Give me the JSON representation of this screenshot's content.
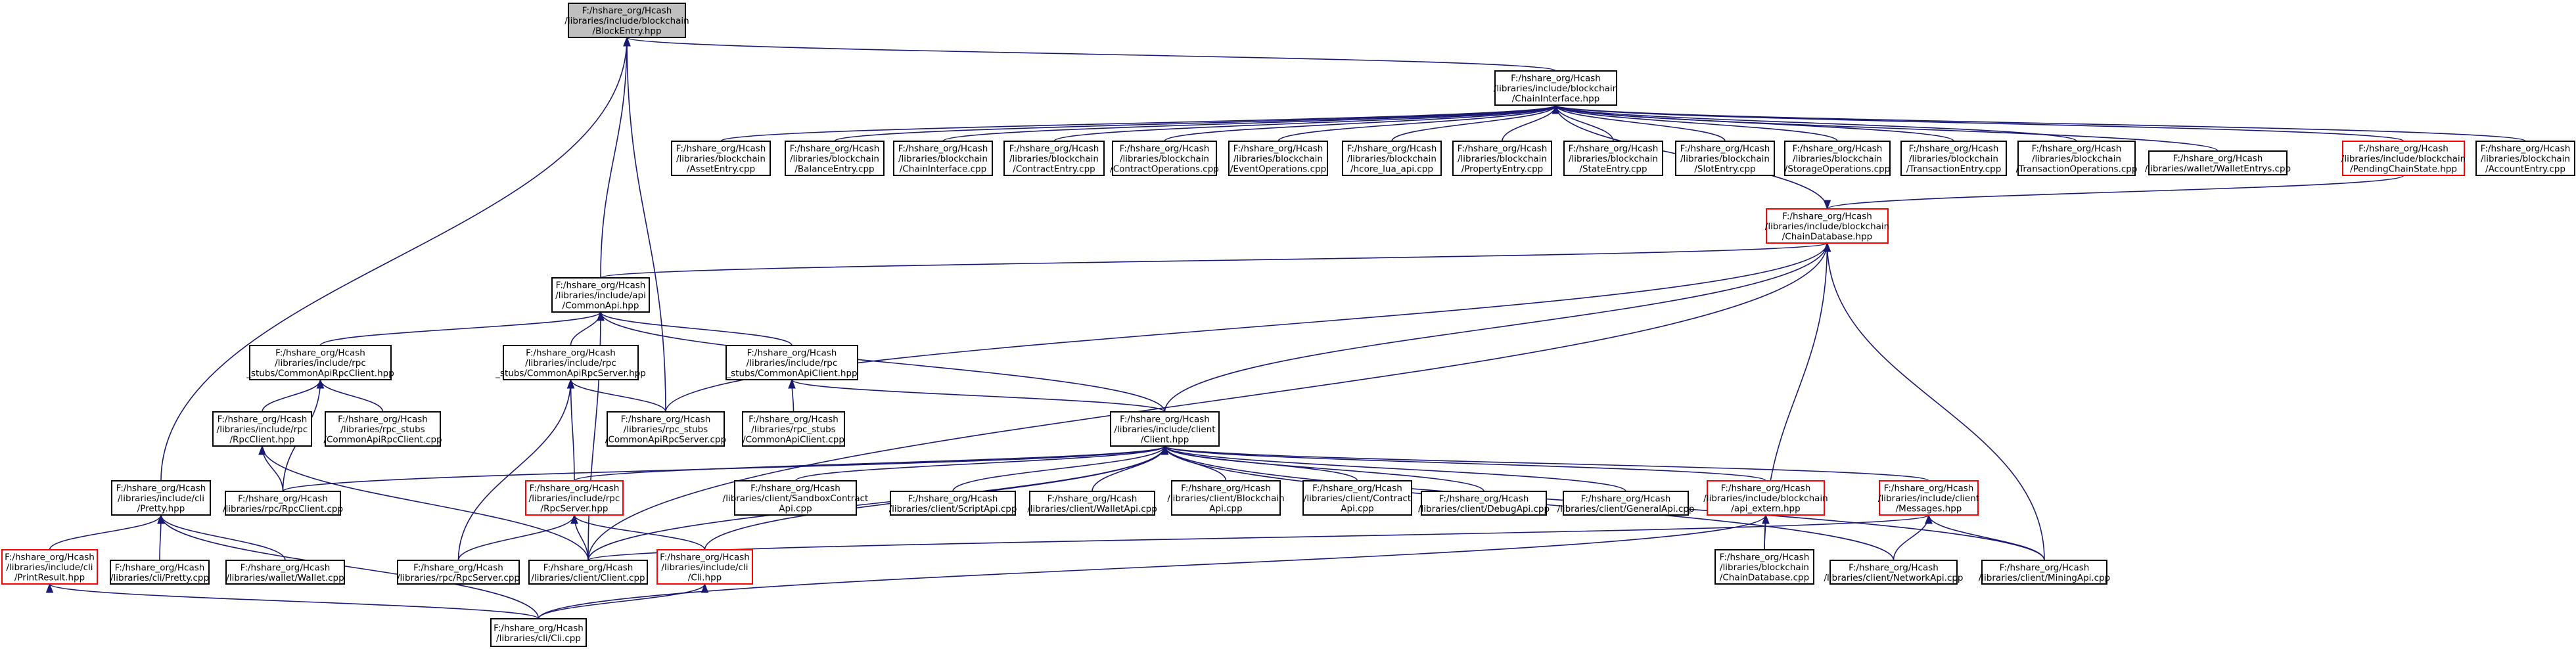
{
  "colors": {
    "edge": "#191970",
    "border_default": "#000000",
    "border_truncated": "#ff0000",
    "root_fill": "#bfbfbf",
    "fill": "#ffffff"
  },
  "nodes": [
    {
      "id": "block_entry",
      "style": "root",
      "lines": [
        "F:/hshare_org/Hcash",
        "/libraries/include/blockchain",
        "/BlockEntry.hpp"
      ]
    },
    {
      "id": "chain_interface",
      "style": "normal",
      "lines": [
        "F:/hshare_org/Hcash",
        "/libraries/include/blockchain",
        "/ChainInterface.hpp"
      ]
    },
    {
      "id": "asset_entry",
      "style": "normal",
      "lines": [
        "F:/hshare_org/Hcash",
        "/libraries/blockchain",
        "/AssetEntry.cpp"
      ]
    },
    {
      "id": "balance_entry",
      "style": "normal",
      "lines": [
        "F:/hshare_org/Hcash",
        "/libraries/blockchain",
        "/BalanceEntry.cpp"
      ]
    },
    {
      "id": "chain_interface_cpp",
      "style": "normal",
      "lines": [
        "F:/hshare_org/Hcash",
        "/libraries/blockchain",
        "/ChainInterface.cpp"
      ]
    },
    {
      "id": "contract_entry",
      "style": "normal",
      "lines": [
        "F:/hshare_org/Hcash",
        "/libraries/blockchain",
        "/ContractEntry.cpp"
      ]
    },
    {
      "id": "contract_operations",
      "style": "normal",
      "lines": [
        "F:/hshare_org/Hcash",
        "/libraries/blockchain",
        "/ContractOperations.cpp"
      ]
    },
    {
      "id": "event_operations",
      "style": "normal",
      "lines": [
        "F:/hshare_org/Hcash",
        "/libraries/blockchain",
        "/EventOperations.cpp"
      ]
    },
    {
      "id": "hcore_lua_api",
      "style": "normal",
      "lines": [
        "F:/hshare_org/Hcash",
        "/libraries/blockchain",
        "/hcore_lua_api.cpp"
      ]
    },
    {
      "id": "property_entry",
      "style": "normal",
      "lines": [
        "F:/hshare_org/Hcash",
        "/libraries/blockchain",
        "/PropertyEntry.cpp"
      ]
    },
    {
      "id": "state_entry",
      "style": "normal",
      "lines": [
        "F:/hshare_org/Hcash",
        "/libraries/blockchain",
        "/StateEntry.cpp"
      ]
    },
    {
      "id": "slot_entry",
      "style": "normal",
      "lines": [
        "F:/hshare_org/Hcash",
        "/libraries/blockchain",
        "/SlotEntry.cpp"
      ]
    },
    {
      "id": "storage_operations",
      "style": "normal",
      "lines": [
        "F:/hshare_org/Hcash",
        "/libraries/blockchain",
        "/StorageOperations.cpp"
      ]
    },
    {
      "id": "transaction_entry",
      "style": "normal",
      "lines": [
        "F:/hshare_org/Hcash",
        "/libraries/blockchain",
        "/TransactionEntry.cpp"
      ]
    },
    {
      "id": "transaction_operations",
      "style": "normal",
      "lines": [
        "F:/hshare_org/Hcash",
        "/libraries/blockchain",
        "/TransactionOperations.cpp"
      ]
    },
    {
      "id": "wallet_entrys",
      "style": "normal",
      "lines": [
        "F:/hshare_org/Hcash",
        "/libraries/wallet/WalletEntrys.cpp"
      ]
    },
    {
      "id": "pending_chain_state",
      "style": "truncated",
      "lines": [
        "F:/hshare_org/Hcash",
        "/libraries/include/blockchain",
        "/PendingChainState.hpp"
      ]
    },
    {
      "id": "account_entry",
      "style": "normal",
      "lines": [
        "F:/hshare_org/Hcash",
        "/libraries/blockchain",
        "/AccountEntry.cpp"
      ]
    },
    {
      "id": "chain_database",
      "style": "truncated",
      "lines": [
        "F:/hshare_org/Hcash",
        "/libraries/include/blockchain",
        "/ChainDatabase.hpp"
      ]
    },
    {
      "id": "common_api",
      "style": "normal",
      "lines": [
        "F:/hshare_org/Hcash",
        "/libraries/include/api",
        "/CommonApi.hpp"
      ]
    },
    {
      "id": "common_api_rpc_client_hpp",
      "style": "normal",
      "lines": [
        "F:/hshare_org/Hcash",
        "/libraries/include/rpc",
        "_stubs/CommonApiRpcClient.hpp"
      ]
    },
    {
      "id": "common_api_rpc_server_hpp",
      "style": "normal",
      "lines": [
        "F:/hshare_org/Hcash",
        "/libraries/include/rpc",
        "_stubs/CommonApiRpcServer.hpp"
      ]
    },
    {
      "id": "common_api_client_hpp",
      "style": "normal",
      "lines": [
        "F:/hshare_org/Hcash",
        "/libraries/include/rpc",
        "_stubs/CommonApiClient.hpp"
      ]
    },
    {
      "id": "rpc_client_hpp",
      "style": "normal",
      "lines": [
        "F:/hshare_org/Hcash",
        "/libraries/include/rpc",
        "/RpcClient.hpp"
      ]
    },
    {
      "id": "common_api_rpc_client_cpp",
      "style": "normal",
      "lines": [
        "F:/hshare_org/Hcash",
        "/libraries/rpc_stubs",
        "/CommonApiRpcClient.cpp"
      ]
    },
    {
      "id": "common_api_rpc_server_cpp",
      "style": "normal",
      "lines": [
        "F:/hshare_org/Hcash",
        "/libraries/rpc_stubs",
        "/CommonApiRpcServer.cpp"
      ]
    },
    {
      "id": "common_api_client_cpp",
      "style": "normal",
      "lines": [
        "F:/hshare_org/Hcash",
        "/libraries/rpc_stubs",
        "/CommonApiClient.cpp"
      ]
    },
    {
      "id": "client_hpp",
      "style": "normal",
      "lines": [
        "F:/hshare_org/Hcash",
        "/libraries/include/client",
        "/Client.hpp"
      ]
    },
    {
      "id": "pretty_hpp",
      "style": "normal",
      "lines": [
        "F:/hshare_org/Hcash",
        "/libraries/include/cli",
        "/Pretty.hpp"
      ]
    },
    {
      "id": "rpc_client_cpp",
      "style": "normal",
      "lines": [
        "F:/hshare_org/Hcash",
        "/libraries/rpc/RpcClient.cpp"
      ]
    },
    {
      "id": "rpc_server_hpp",
      "style": "truncated",
      "lines": [
        "F:/hshare_org/Hcash",
        "/libraries/include/rpc",
        "/RpcServer.hpp"
      ]
    },
    {
      "id": "sandbox_contract_api",
      "style": "normal",
      "lines": [
        "F:/hshare_org/Hcash",
        "/libraries/client/SandboxContract",
        "Api.cpp"
      ]
    },
    {
      "id": "script_api",
      "style": "normal",
      "lines": [
        "F:/hshare_org/Hcash",
        "/libraries/client/ScriptApi.cpp"
      ]
    },
    {
      "id": "wallet_api",
      "style": "normal",
      "lines": [
        "F:/hshare_org/Hcash",
        "/libraries/client/WalletApi.cpp"
      ]
    },
    {
      "id": "blockchain_api",
      "style": "normal",
      "lines": [
        "F:/hshare_org/Hcash",
        "/libraries/client/Blockchain",
        "Api.cpp"
      ]
    },
    {
      "id": "contract_api",
      "style": "normal",
      "lines": [
        "F:/hshare_org/Hcash",
        "/libraries/client/Contract",
        "Api.cpp"
      ]
    },
    {
      "id": "debug_api",
      "style": "normal",
      "lines": [
        "F:/hshare_org/Hcash",
        "/libraries/client/DebugApi.cpp"
      ]
    },
    {
      "id": "general_api",
      "style": "normal",
      "lines": [
        "F:/hshare_org/Hcash",
        "/libraries/client/GeneralApi.cpp"
      ]
    },
    {
      "id": "api_extern",
      "style": "truncated",
      "lines": [
        "F:/hshare_org/Hcash",
        "/libraries/include/blockchain",
        "/api_extern.hpp"
      ]
    },
    {
      "id": "messages_hpp",
      "style": "truncated",
      "lines": [
        "F:/hshare_org/Hcash",
        "/libraries/include/client",
        "/Messages.hpp"
      ]
    },
    {
      "id": "print_result",
      "style": "truncated",
      "lines": [
        "F:/hshare_org/Hcash",
        "/libraries/include/cli",
        "/PrintResult.hpp"
      ]
    },
    {
      "id": "cli_pretty_cpp",
      "style": "normal",
      "lines": [
        "F:/hshare_org/Hcash",
        "/libraries/cli/Pretty.cpp"
      ]
    },
    {
      "id": "wallet_cpp",
      "style": "normal",
      "lines": [
        "F:/hshare_org/Hcash",
        "/libraries/wallet/Wallet.cpp"
      ]
    },
    {
      "id": "rpc_server_cpp",
      "style": "normal",
      "lines": [
        "F:/hshare_org/Hcash",
        "/libraries/rpc/RpcServer.cpp"
      ]
    },
    {
      "id": "client_cpp",
      "style": "normal",
      "lines": [
        "F:/hshare_org/Hcash",
        "/libraries/client/Client.cpp"
      ]
    },
    {
      "id": "cli_hpp",
      "style": "truncated",
      "lines": [
        "F:/hshare_org/Hcash",
        "/libraries/include/cli",
        "/Cli.hpp"
      ]
    },
    {
      "id": "chain_database_cpp",
      "style": "normal",
      "lines": [
        "F:/hshare_org/Hcash",
        "/libraries/blockchain",
        "/ChainDatabase.cpp"
      ]
    },
    {
      "id": "network_api",
      "style": "normal",
      "lines": [
        "F:/hshare_org/Hcash",
        "/libraries/client/NetworkApi.cpp"
      ]
    },
    {
      "id": "mining_api",
      "style": "normal",
      "lines": [
        "F:/hshare_org/Hcash",
        "/libraries/client/MiningApi.cpp"
      ]
    },
    {
      "id": "cli_cpp",
      "style": "normal",
      "lines": [
        "F:/hshare_org/Hcash",
        "/libraries/cli/Cli.cpp"
      ]
    }
  ],
  "edges": [
    [
      "chain_interface",
      "block_entry"
    ],
    [
      "common_api",
      "block_entry"
    ],
    [
      "common_api_rpc_server_cpp",
      "block_entry"
    ],
    [
      "pretty_hpp",
      "block_entry"
    ],
    [
      "asset_entry",
      "chain_interface"
    ],
    [
      "balance_entry",
      "chain_interface"
    ],
    [
      "chain_interface_cpp",
      "chain_interface"
    ],
    [
      "contract_entry",
      "chain_interface"
    ],
    [
      "contract_operations",
      "chain_interface"
    ],
    [
      "event_operations",
      "chain_interface"
    ],
    [
      "hcore_lua_api",
      "chain_interface"
    ],
    [
      "property_entry",
      "chain_interface"
    ],
    [
      "state_entry",
      "chain_interface"
    ],
    [
      "slot_entry",
      "chain_interface"
    ],
    [
      "storage_operations",
      "chain_interface"
    ],
    [
      "transaction_entry",
      "chain_interface"
    ],
    [
      "transaction_operations",
      "chain_interface"
    ],
    [
      "wallet_entrys",
      "chain_interface"
    ],
    [
      "pending_chain_state",
      "chain_interface"
    ],
    [
      "account_entry",
      "chain_interface"
    ],
    [
      "chain_database",
      "chain_interface"
    ],
    [
      "pending_chain_state",
      "chain_database"
    ],
    [
      "common_api",
      "chain_database"
    ],
    [
      "common_api_rpc_server_cpp",
      "chain_database"
    ],
    [
      "client_hpp",
      "chain_database"
    ],
    [
      "client_cpp",
      "chain_database"
    ],
    [
      "chain_database_cpp",
      "chain_database"
    ],
    [
      "mining_api",
      "chain_database"
    ],
    [
      "common_api_rpc_client_hpp",
      "common_api"
    ],
    [
      "common_api_rpc_server_hpp",
      "common_api"
    ],
    [
      "common_api_client_hpp",
      "common_api"
    ],
    [
      "client_hpp",
      "common_api"
    ],
    [
      "client_cpp",
      "common_api"
    ],
    [
      "rpc_client_hpp",
      "common_api_rpc_client_hpp"
    ],
    [
      "common_api_rpc_client_cpp",
      "common_api_rpc_client_hpp"
    ],
    [
      "rpc_client_cpp",
      "common_api_rpc_client_hpp"
    ],
    [
      "rpc_server_hpp",
      "common_api_rpc_server_hpp"
    ],
    [
      "common_api_rpc_server_cpp",
      "common_api_rpc_server_hpp"
    ],
    [
      "rpc_server_cpp",
      "common_api_rpc_server_hpp"
    ],
    [
      "common_api_client_cpp",
      "common_api_client_hpp"
    ],
    [
      "client_hpp",
      "common_api_client_hpp"
    ],
    [
      "rpc_client_cpp",
      "rpc_client_hpp"
    ],
    [
      "client_cpp",
      "rpc_client_hpp"
    ],
    [
      "rpc_client_cpp",
      "client_hpp"
    ],
    [
      "rpc_server_hpp",
      "client_hpp"
    ],
    [
      "sandbox_contract_api",
      "client_hpp"
    ],
    [
      "script_api",
      "client_hpp"
    ],
    [
      "wallet_api",
      "client_hpp"
    ],
    [
      "blockchain_api",
      "client_hpp"
    ],
    [
      "contract_api",
      "client_hpp"
    ],
    [
      "debug_api",
      "client_hpp"
    ],
    [
      "general_api",
      "client_hpp"
    ],
    [
      "api_extern",
      "client_hpp"
    ],
    [
      "messages_hpp",
      "client_hpp"
    ],
    [
      "client_cpp",
      "client_hpp"
    ],
    [
      "cli_hpp",
      "client_hpp"
    ],
    [
      "network_api",
      "client_hpp"
    ],
    [
      "mining_api",
      "client_hpp"
    ],
    [
      "rpc_server_cpp",
      "rpc_server_hpp"
    ],
    [
      "client_cpp",
      "rpc_server_hpp"
    ],
    [
      "cli_hpp",
      "rpc_server_hpp"
    ],
    [
      "chain_database_cpp",
      "api_extern"
    ],
    [
      "cli_cpp",
      "api_extern"
    ],
    [
      "client_cpp",
      "messages_hpp"
    ],
    [
      "network_api",
      "messages_hpp"
    ],
    [
      "mining_api",
      "messages_hpp"
    ],
    [
      "print_result",
      "pretty_hpp"
    ],
    [
      "cli_pretty_cpp",
      "pretty_hpp"
    ],
    [
      "wallet_cpp",
      "pretty_hpp"
    ],
    [
      "cli_cpp",
      "pretty_hpp"
    ],
    [
      "cli_cpp",
      "print_result"
    ],
    [
      "cli_cpp",
      "cli_hpp"
    ]
  ]
}
